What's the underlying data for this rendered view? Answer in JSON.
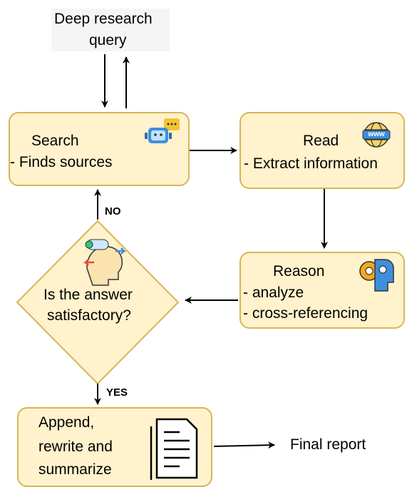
{
  "query": {
    "line1": "Deep research",
    "line2": "query"
  },
  "search": {
    "title": "Search",
    "desc": "- Finds  sources"
  },
  "read": {
    "title": "Read",
    "desc": "- Extract information",
    "icon_text": "www"
  },
  "reason": {
    "title": "Reason",
    "line1": "- analyze",
    "line2": "- cross-referencing"
  },
  "decision": {
    "line1": "Is the answer",
    "line2": "satisfactory?"
  },
  "edges": {
    "no": "NO",
    "yes": "YES"
  },
  "append": {
    "line1": "Append,",
    "line2": "rewrite and",
    "line3": "summarize"
  },
  "final": {
    "label": "Final report"
  },
  "colors": {
    "box_fill": "#fff2cc",
    "box_stroke": "#d6b656"
  }
}
